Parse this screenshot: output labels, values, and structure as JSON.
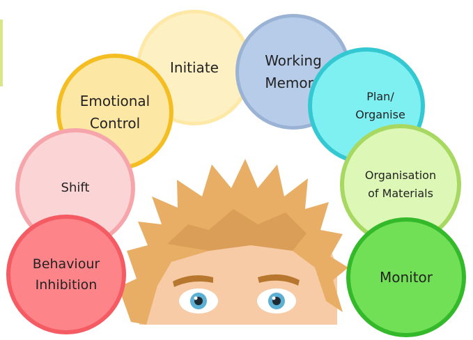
{
  "diagram": {
    "functions": [
      {
        "id": "initiate",
        "label": "Initiate",
        "fill": "#fdf1c4",
        "stroke": "#fde8a5"
      },
      {
        "id": "working-memory",
        "label": "Working\nMemory",
        "fill": "#b6cce8",
        "stroke": "#9ab2d4"
      },
      {
        "id": "plan-organise",
        "label": "Plan/\nOrganise",
        "fill": "#7ff0f2",
        "stroke": "#34c9d2"
      },
      {
        "id": "emotional-control",
        "label": "Emotional\nControl",
        "fill": "#fde7a4",
        "stroke": "#f4be22"
      },
      {
        "id": "shift",
        "label": "Shift",
        "fill": "#fbd4d6",
        "stroke": "#f6a6ab"
      },
      {
        "id": "organisation-of-materials",
        "label": "Organisation\nof Materials",
        "fill": "#ddf7b6",
        "stroke": "#a7d862"
      },
      {
        "id": "behaviour-inhibition",
        "label": "Behaviour\nInhibition",
        "fill": "#fd858a",
        "stroke": "#f45b62"
      },
      {
        "id": "monitor",
        "label": "Monitor",
        "fill": "#72e056",
        "stroke": "#34b92a"
      }
    ],
    "character": {
      "hair": "#e9ae66",
      "hair_shadow": "#c98c46",
      "skin": "#f7cba6",
      "eye_iris": "#5bb0d4",
      "brow": "#b7772f"
    }
  }
}
